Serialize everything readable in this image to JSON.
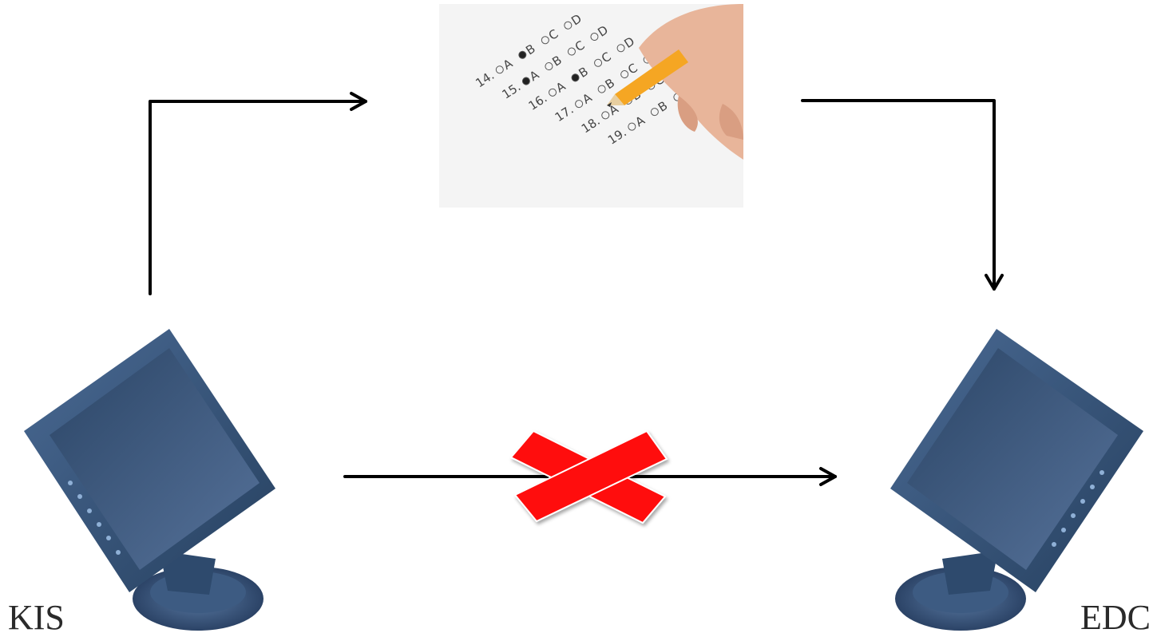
{
  "labels": {
    "left_system": "KIS",
    "right_system": "EDC"
  },
  "colors": {
    "arrow": "#000000",
    "cross": "#ff0000",
    "monitor_frame": "#3a5578",
    "monitor_screen": "#2f4a6c",
    "paper": "#f4f4f4"
  },
  "icons": [
    "answer-sheet-image",
    "monitor-icon",
    "red-cross-icon"
  ],
  "answer_sheet": {
    "rows": [
      {
        "number": "14.",
        "selected": "B"
      },
      {
        "number": "15.",
        "selected": "A"
      },
      {
        "number": "16.",
        "selected": "B"
      },
      {
        "number": "17.",
        "selected": ""
      },
      {
        "number": "18.",
        "selected": ""
      },
      {
        "number": "19.",
        "selected": ""
      }
    ],
    "options": [
      "A",
      "B",
      "C",
      "D"
    ]
  },
  "connections": [
    {
      "from": "KIS",
      "to": "answer-sheet",
      "status": "ok"
    },
    {
      "from": "answer-sheet",
      "to": "EDC",
      "status": "ok"
    },
    {
      "from": "KIS",
      "to": "EDC",
      "status": "blocked"
    }
  ]
}
